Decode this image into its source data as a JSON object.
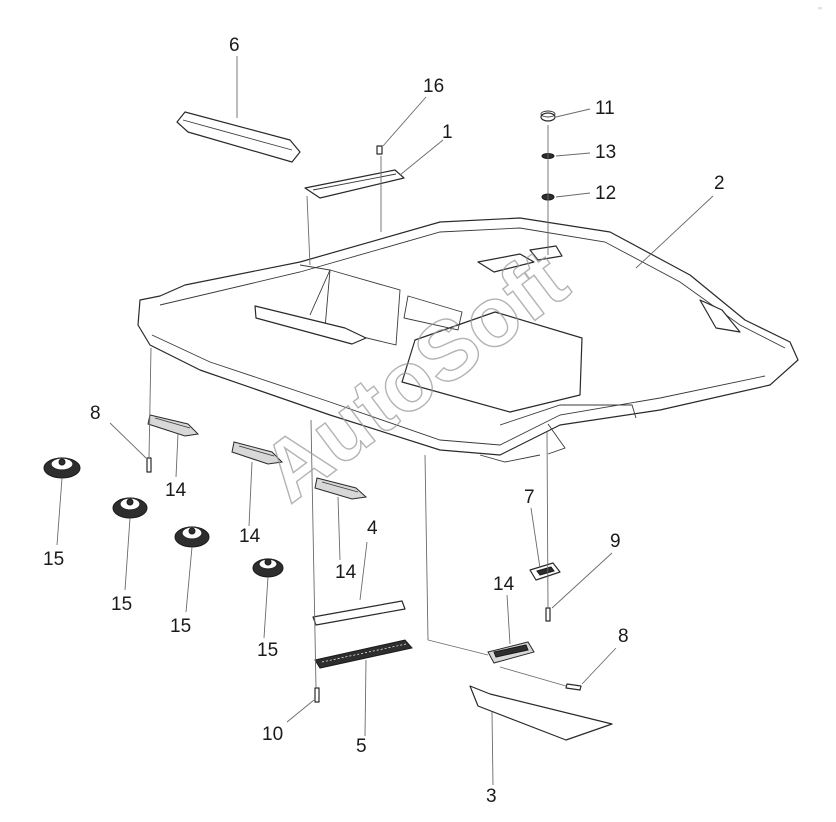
{
  "watermark": "AutoSoft",
  "corner_mark": "⸗⸗",
  "callouts": {
    "c6": "6",
    "c16": "16",
    "c1": "1",
    "c11": "11",
    "c13": "13",
    "c12": "12",
    "c2": "2",
    "c8a": "8",
    "c14a": "14",
    "c14b": "14",
    "c14c": "14",
    "c4": "4",
    "c15a": "15",
    "c15b": "15",
    "c15c": "15",
    "c15d": "15",
    "c7": "7",
    "c9": "9",
    "c14d": "14",
    "c8b": "8",
    "c10": "10",
    "c5": "5",
    "c3": "3"
  }
}
